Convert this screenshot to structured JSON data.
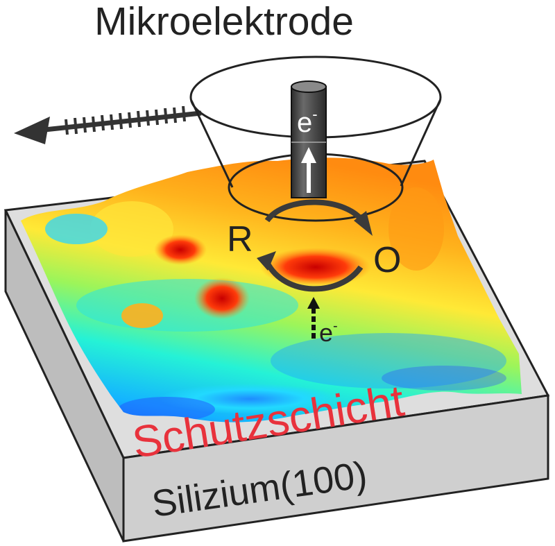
{
  "title": "Mikroelektrode",
  "electrode_label": "e",
  "electrode_superscript": "-",
  "reduced_label": "R",
  "oxidized_label": "O",
  "substrate_electron_label": "e",
  "substrate_electron_superscript": "-",
  "layer_label": "Schutzschicht",
  "substrate_label": "Silizium(100)",
  "colors": {
    "layer_label": "#e8323c",
    "substrate_top": "#d9d9d9",
    "substrate_side": "#cfcfcf",
    "electrode_body": "#4a4a4a",
    "outline": "#222222",
    "arrow": "#3a3a3a",
    "heatmap_low": "#1e3cff",
    "heatmap_mid": "#ffe633",
    "heatmap_high": "#d40000"
  },
  "icons": [
    "scan-direction-arrow-icon",
    "electron-up-arrow-icon",
    "redox-cycle-arrows-icon"
  ]
}
